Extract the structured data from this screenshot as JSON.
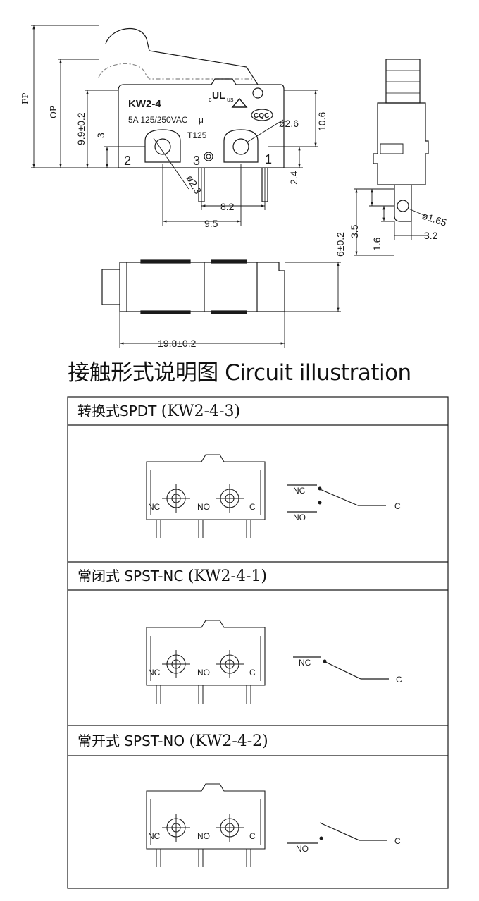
{
  "drawing": {
    "body_text": {
      "model": "KW2-4",
      "rating": "5A 125/250VAC",
      "mu": "μ",
      "temp": "T125",
      "cus": "c",
      "us": "us",
      "ul": "UL",
      "cqc": "CQC"
    },
    "pins": {
      "p1": "1",
      "p2": "2",
      "p3": "3"
    },
    "dims": {
      "fp": "FP",
      "op": "OP",
      "d_99": "9.9±0.2",
      "d_3": "3",
      "d_phi26": "ø2.6",
      "d_phi23": "ø2.3",
      "d_106": "10.6",
      "d_24": "2.4",
      "d_82": "8.2",
      "d_95": "9.5",
      "d_6": "6±0.2",
      "d_35": "3.5",
      "d_16": "1.6",
      "d_165": "ø1.65",
      "d_32": "3.2",
      "d_198": "19.8±0.2"
    }
  },
  "heading": "接触形式说明图 Circuit illustration",
  "sections": [
    {
      "title_cn": "转换式SPDT ",
      "title_model": "(KW2-4-3)",
      "labels": {
        "nc_left": "NC",
        "no_mid": "NO",
        "c_right": "C",
        "nc": "NC",
        "no": "NO",
        "c": "C"
      }
    },
    {
      "title_cn": "常闭式 SPST-NC ",
      "title_model": "(KW2-4-1)",
      "labels": {
        "nc_left": "NC",
        "no_mid": "NO",
        "c_right": "C",
        "nc": "NC",
        "c": "C"
      }
    },
    {
      "title_cn": "常开式 SPST-NO ",
      "title_model": "(KW2-4-2)",
      "labels": {
        "nc_left": "NC",
        "no_mid": "NO",
        "c_right": "C",
        "no": "NO",
        "c": "C"
      }
    }
  ]
}
